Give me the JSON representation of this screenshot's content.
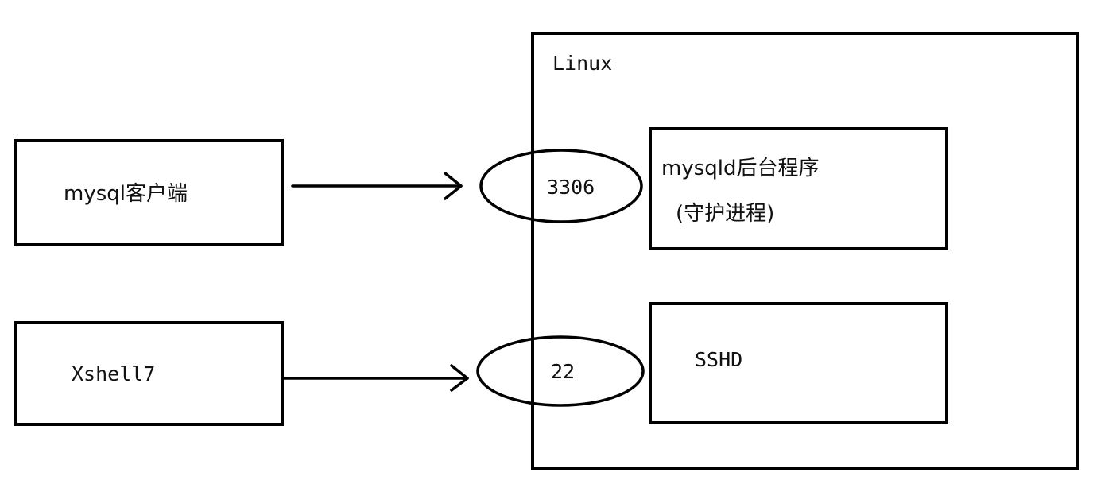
{
  "diagram": {
    "linux_box": {
      "label": "Linux"
    },
    "clients": [
      {
        "id": "mysql-client",
        "label": "mysql客户端"
      },
      {
        "id": "xshell",
        "label": "Xshell7"
      }
    ],
    "ports": [
      {
        "id": "port-3306",
        "label": "3306"
      },
      {
        "id": "port-22",
        "label": "22"
      }
    ],
    "services": [
      {
        "id": "mysqld",
        "label_line1": "mysqld后台程序",
        "label_line2": "(守护进程)"
      },
      {
        "id": "sshd",
        "label": "SSHD"
      }
    ],
    "edges": [
      {
        "from": "mysql-client",
        "to": "port-3306"
      },
      {
        "from": "xshell",
        "to": "port-22"
      },
      {
        "from": "port-3306",
        "to": "mysqld"
      },
      {
        "from": "port-22",
        "to": "sshd"
      }
    ],
    "colors": {
      "stroke": "#000000",
      "background": "#ffffff",
      "text": "#111111"
    }
  }
}
